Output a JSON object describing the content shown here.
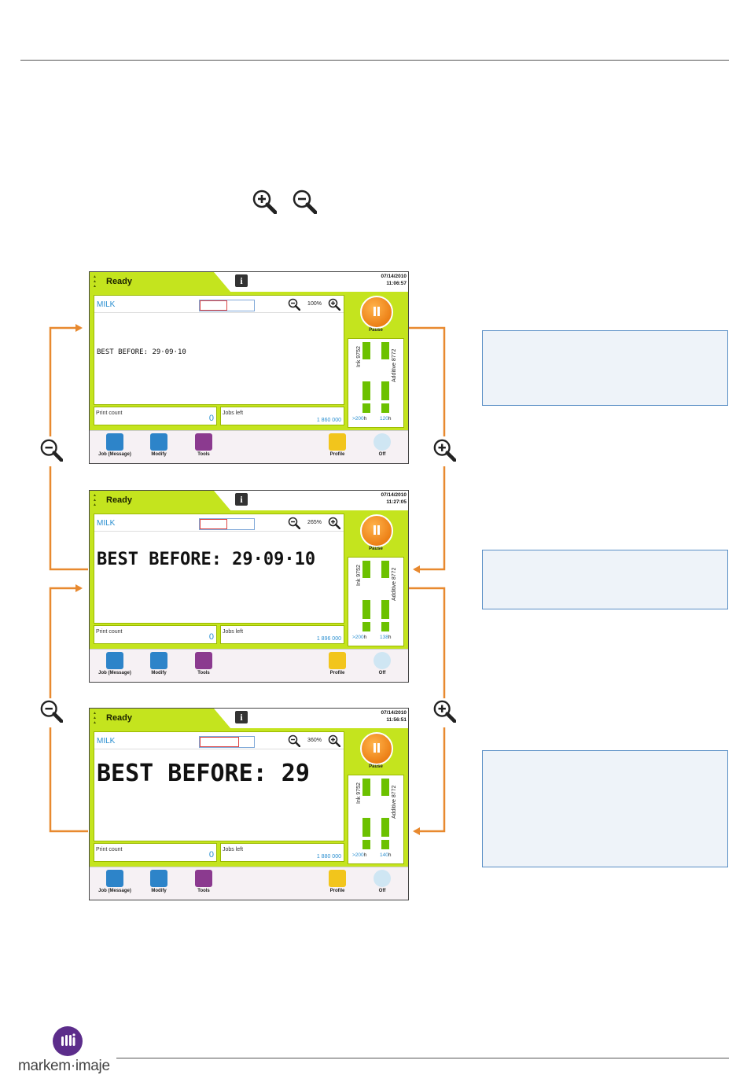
{
  "header_icons": [
    "zoom-in-icon",
    "zoom-out-icon"
  ],
  "screens": [
    {
      "status": "Ready",
      "date": "07/14/2010",
      "time": "11:06:57",
      "message_name": "MILK",
      "zoom": "100%",
      "message_text": "BEST BEFORE: 29·09·10",
      "print_count_label": "Print count",
      "print_count": "0",
      "jobs_left_label": "Jobs left",
      "jobs_left": "1 860 000",
      "pause_label": "Pause",
      "ink_label": "Ink 9752",
      "additive_label": "Additive 8772",
      "ink_hours": ">200",
      "additive_hours": "120",
      "hours_unit": "h",
      "nav": {
        "job": "Job (Message)",
        "modify": "Modify",
        "tools": "Tools",
        "profile": "Profile",
        "off": "Off"
      }
    },
    {
      "status": "Ready",
      "date": "07/14/2010",
      "time": "11:27:05",
      "message_name": "MILK",
      "zoom": "265%",
      "message_text": "BEST BEFORE: 29·09·10",
      "print_count_label": "Print count",
      "print_count": "0",
      "jobs_left_label": "Jobs left",
      "jobs_left": "1 896 000",
      "pause_label": "Pause",
      "ink_label": "Ink 9752",
      "additive_label": "Additive 8772",
      "ink_hours": ">200",
      "additive_hours": "138",
      "hours_unit": "h",
      "nav": {
        "job": "Job (Message)",
        "modify": "Modify",
        "tools": "Tools",
        "profile": "Profile",
        "off": "Off"
      }
    },
    {
      "status": "Ready",
      "date": "07/14/2010",
      "time": "11:56:51",
      "message_name": "MILK",
      "zoom": "360%",
      "message_text": "BEST BEFORE: 29",
      "print_count_label": "Print count",
      "print_count": "0",
      "jobs_left_label": "Jobs left",
      "jobs_left": "1 880 000",
      "pause_label": "Pause",
      "ink_label": "Ink 9752",
      "additive_label": "Additive 8772",
      "ink_hours": ">200",
      "additive_hours": "140",
      "hours_unit": "h",
      "nav": {
        "job": "Job (Message)",
        "modify": "Modify",
        "tools": "Tools",
        "profile": "Profile",
        "off": "Off"
      }
    }
  ],
  "screen_progress": [
    0.5,
    0.5,
    0.72
  ],
  "colors": {
    "lime": "#c4e41e",
    "orange_arrow": "#e8892f",
    "accent_blue": "#2a8fd0",
    "note_border": "#5a8fc6",
    "logo_purple": "#5c2d8b"
  },
  "logo": {
    "text": "markem·imaje"
  }
}
